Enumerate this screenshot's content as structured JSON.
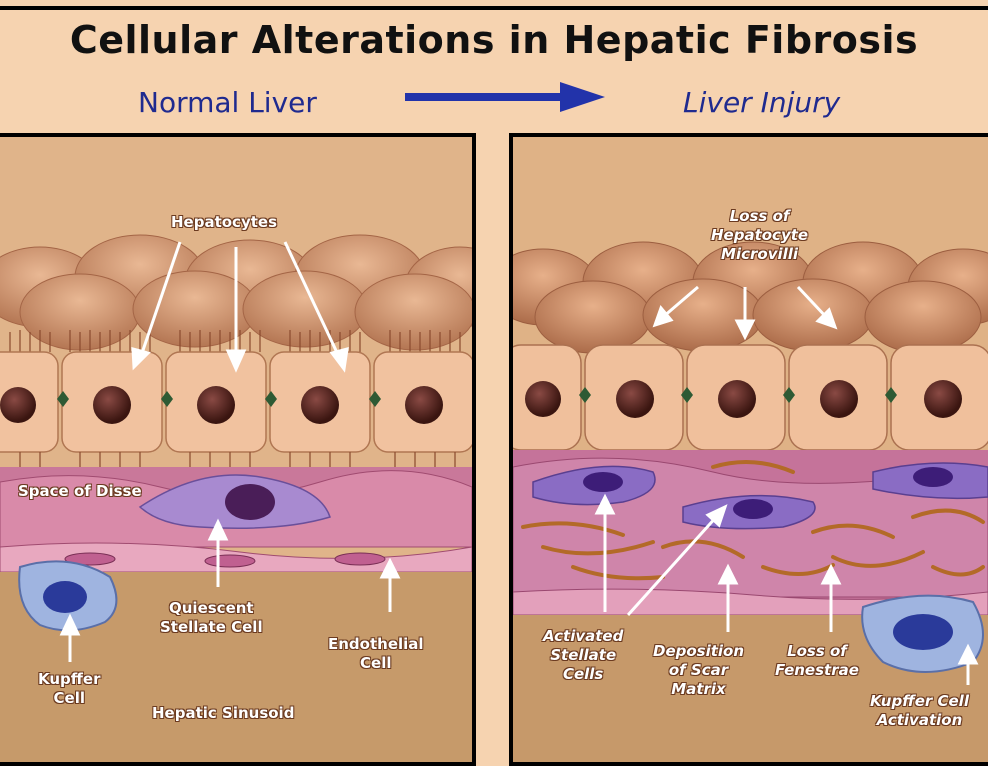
{
  "title": "Cellular Alterations in Hepatic Fibrosis",
  "subtitle_left": "Normal Liver",
  "subtitle_right": "Liver Injury",
  "colors": {
    "title": "#111111",
    "subtitle": "#1f2a8f",
    "arrow": "#2233aa",
    "background": "#f6d3b0"
  },
  "left_panel": {
    "hepatocytes": "Hepatocytes",
    "space_of_disse": "Space of Disse",
    "quiescent_line1": "Quiescent",
    "quiescent_line2": "Stellate Cell",
    "endothelial_line1": "Endothelial",
    "endothelial_line2": "Cell",
    "kupffer_line1": "Kupffer",
    "kupffer_line2": "Cell",
    "sinusoid": "Hepatic Sinusoid"
  },
  "right_panel": {
    "loss_line1": "Loss of",
    "loss_line2": "Hepatocyte",
    "loss_line3": "Microvilli",
    "activated_line1": "Activated",
    "activated_line2": "Stellate",
    "activated_line3": "Cells",
    "deposition_line1": "Deposition",
    "deposition_line2": "of Scar",
    "deposition_line3": "Matrix",
    "fenestrae_line1": "Loss of",
    "fenestrae_line2": "Fenestrae",
    "kupffer_line1": "Kupffer Cell",
    "kupffer_line2": "Activation"
  }
}
